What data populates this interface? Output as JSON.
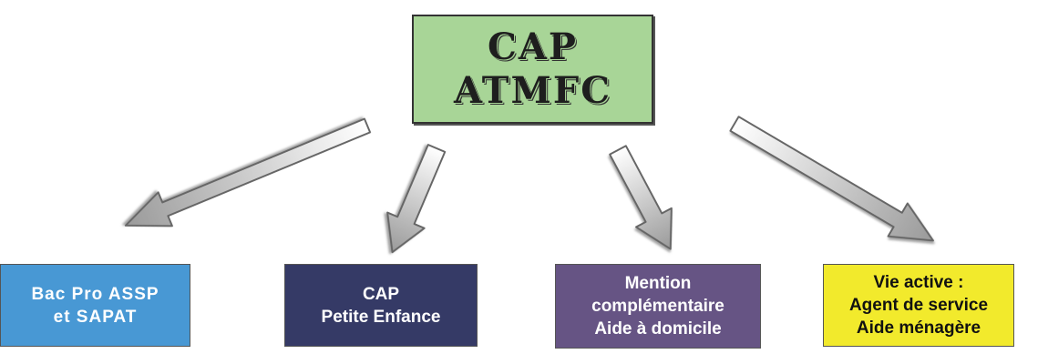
{
  "diagram": {
    "root": {
      "lines": [
        "CAP",
        "ATMFC"
      ],
      "color": "#a8d597"
    },
    "targets": [
      {
        "lines": [
          "Bac Pro ASSP",
          "et SAPAT"
        ],
        "color": "#4898d4",
        "text_color": "#ffffff"
      },
      {
        "lines": [
          "CAP",
          "Petite Enfance"
        ],
        "color": "#353a66",
        "text_color": "#ffffff"
      },
      {
        "lines": [
          "Mention",
          "complémentaire",
          "Aide à domicile"
        ],
        "color": "#665484",
        "text_color": "#ffffff"
      },
      {
        "lines": [
          "Vie active :",
          "Agent de service",
          "Aide ménagère"
        ],
        "color": "#f2ea2c",
        "text_color": "#111111"
      }
    ],
    "edges": [
      {
        "from": "root",
        "to": "targets.0",
        "style": "gray-gradient-arrow"
      },
      {
        "from": "root",
        "to": "targets.1",
        "style": "gray-gradient-arrow"
      },
      {
        "from": "root",
        "to": "targets.2",
        "style": "gray-gradient-arrow"
      },
      {
        "from": "root",
        "to": "targets.3",
        "style": "gray-gradient-arrow"
      }
    ]
  }
}
